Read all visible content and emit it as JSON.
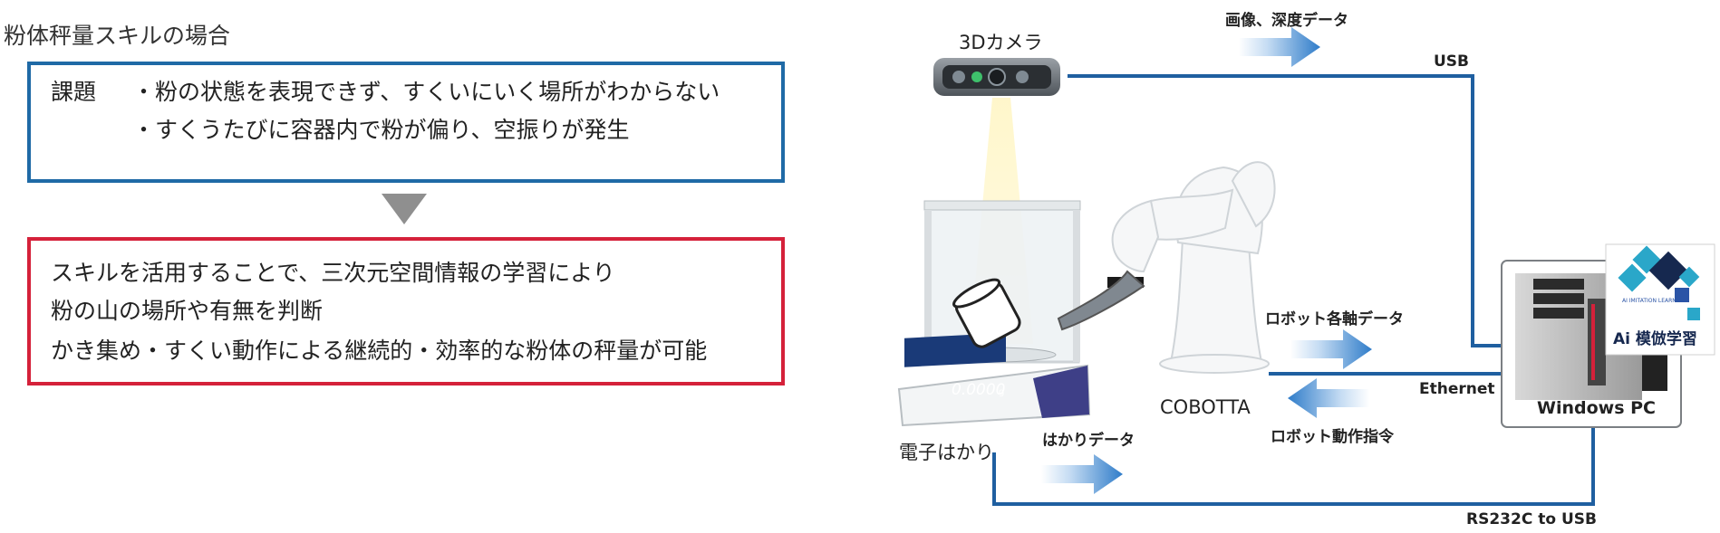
{
  "title": "粉体秤量スキルの場合",
  "problem": {
    "label": "課題",
    "lines": [
      "・粉の状態を表現できず、すくいにいく場所がわからない",
      "・すくうたびに容器内で粉が偏り、空振りが発生"
    ]
  },
  "solution": {
    "lines": [
      "スキルを活用することで、三次元空間情報の学習により",
      "粉の山の場所や有無を判断",
      "かき集め・すくい動作による継続的・効率的な粉体の秤量が可能"
    ]
  },
  "devices": {
    "camera": "3Dカメラ",
    "robot": "COBOTTA",
    "scale": "電子はかり",
    "pc": "Windows PC",
    "scale_reading": "0.0000",
    "scale_unit": "g"
  },
  "flows": {
    "camera_data": "画像、深度データ",
    "robot_data": "ロボット各軸データ",
    "robot_command": "ロボット動作指令",
    "scale_data": "はかりデータ"
  },
  "connections": {
    "usb": "USB",
    "ethernet": "Ethernet",
    "rs232c": "RS232C to USB"
  },
  "logo": {
    "text": "Ai 模倣学習",
    "small": "AI IMITATION LEARNING"
  },
  "colors": {
    "line": "#1f5fa0",
    "problem_border": "#1f6aa6",
    "solution_border": "#d5213a",
    "arrow": "#3b86cf"
  }
}
